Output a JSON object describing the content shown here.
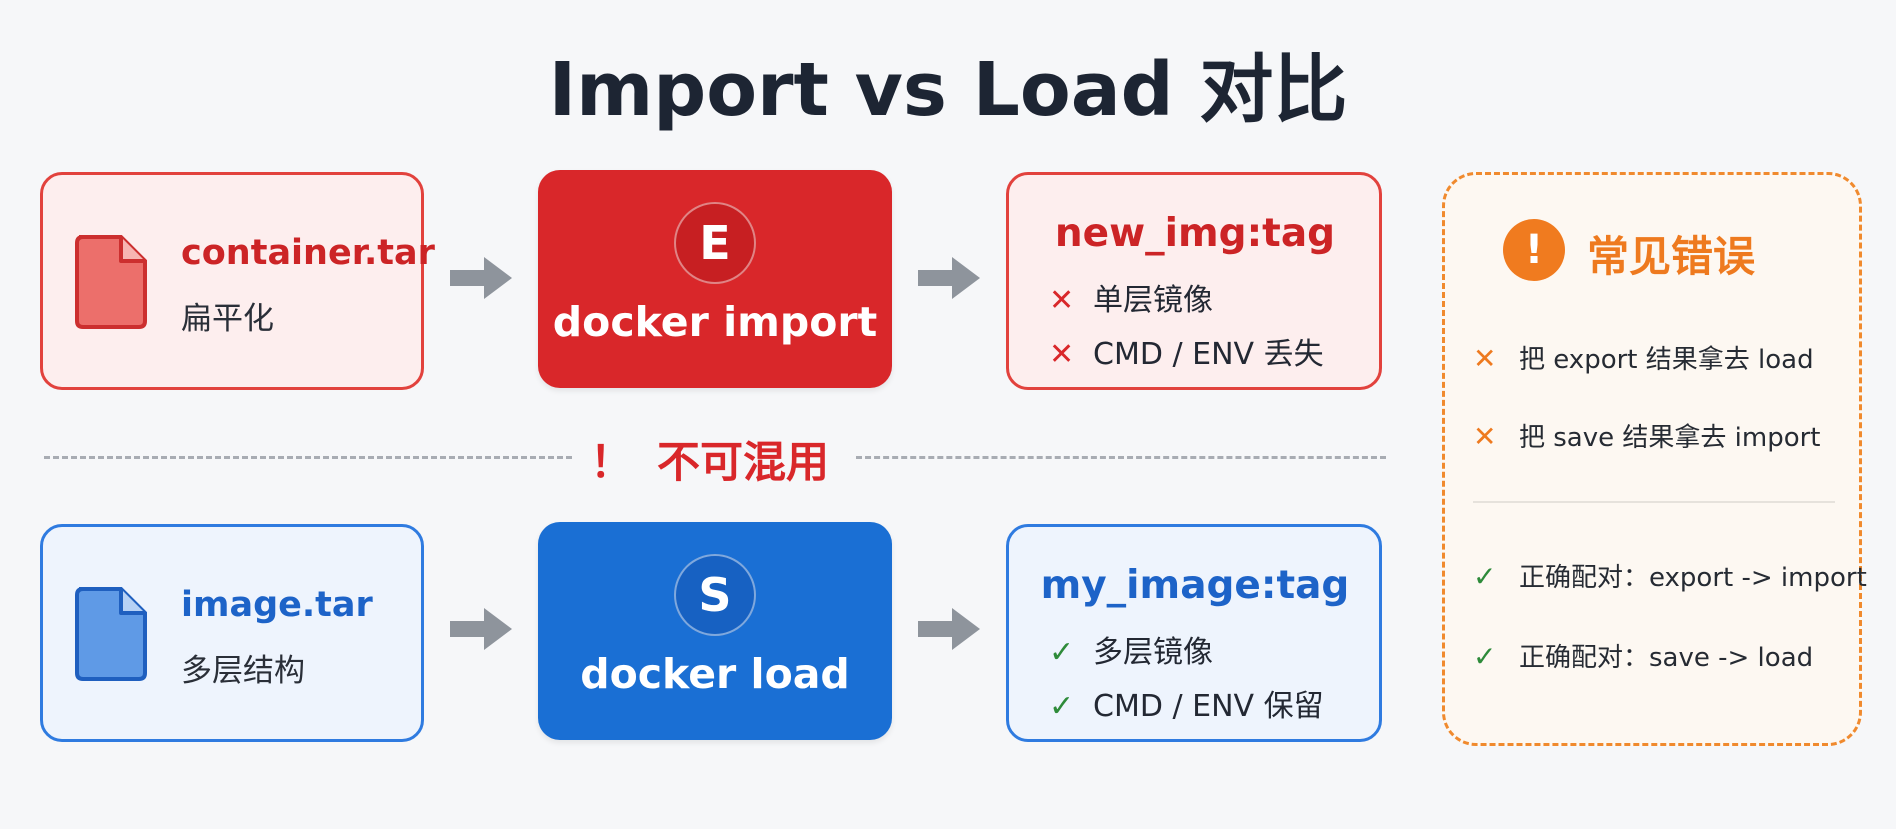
{
  "title": "Import vs Load 对比",
  "import_flow": {
    "source_name": "container.tar",
    "source_desc": "扁平化",
    "badge": "E",
    "command": "docker import",
    "result_name": "new_img:tag",
    "result_items": [
      "单层镜像",
      "CMD / ENV 丢失"
    ],
    "accent_color": "#d9272a"
  },
  "divider_label": "不可混用",
  "divider_bang": "！",
  "load_flow": {
    "source_name": "image.tar",
    "source_desc": "多层结构",
    "badge": "S",
    "command": "docker load",
    "result_name": "my_image:tag",
    "result_items": [
      "多层镜像",
      "CMD / ENV 保留"
    ],
    "accent_color": "#1a6fd4"
  },
  "mistakes_panel": {
    "alert_icon": "!",
    "title": "常见错误",
    "wrong": [
      "把 export 结果拿去 load",
      "把 save 结果拿去 import"
    ],
    "right": [
      "正确配对：export -> import",
      "正确配对：save -> load"
    ],
    "accent_color": "#f07b1f"
  },
  "icons": {
    "file": "file-icon",
    "arrow": "arrow-right-icon",
    "cross": "cross-icon",
    "check": "check-icon",
    "alert": "alert-icon"
  }
}
